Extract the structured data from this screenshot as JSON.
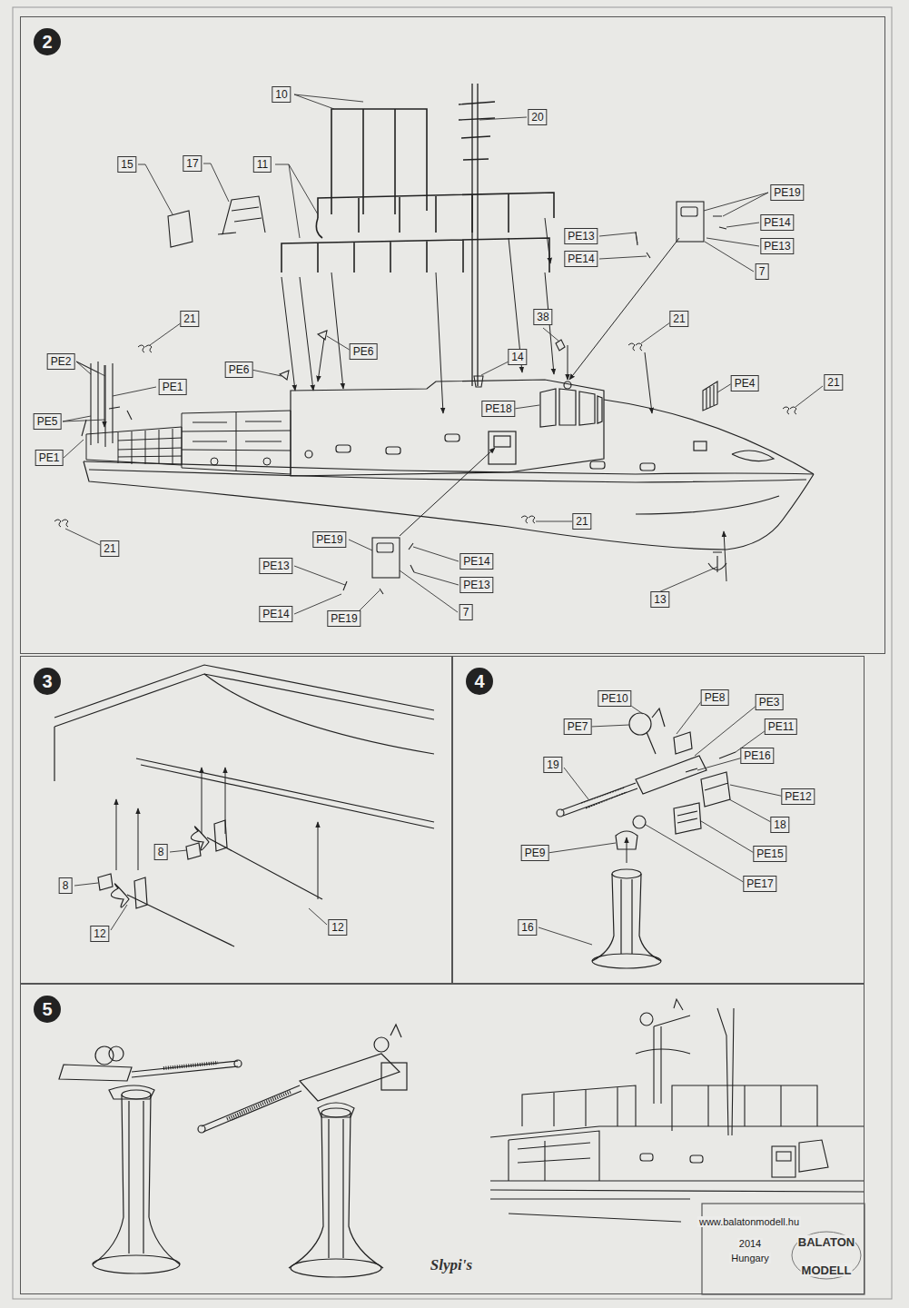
{
  "diagram": {
    "nodes": [
      {
        "text": [
          "2"
        ]
      },
      {
        "text": [
          "3"
        ]
      },
      {
        "text": [
          "4"
        ]
      },
      {
        "text": [
          "5"
        ]
      }
    ],
    "labels": [
      "10",
      "15",
      "17",
      "11",
      "20",
      "PE19",
      "PE14",
      "PE13",
      "PE13",
      "PE14",
      "7",
      "21",
      "21",
      "38",
      "PE6",
      "PE2",
      "PE6",
      "14",
      "PE1",
      "PE4",
      "21",
      "PE18",
      "PE5",
      "PE1",
      "21",
      "PE19",
      "21",
      "PE14",
      "PE13",
      "PE13",
      "13",
      "PE14",
      "PE19",
      "7",
      "8",
      "8",
      "12",
      "12",
      "PE10",
      "PE8",
      "PE3",
      "PE7",
      "PE11",
      "19",
      "PE16",
      "PE12",
      "18",
      "PE9",
      "PE15",
      "PE17",
      "16",
      "www.balatonmodell.hu",
      "2014",
      "Hungary",
      "BALATON",
      "MODELL",
      "Slypi's"
    ]
  }
}
